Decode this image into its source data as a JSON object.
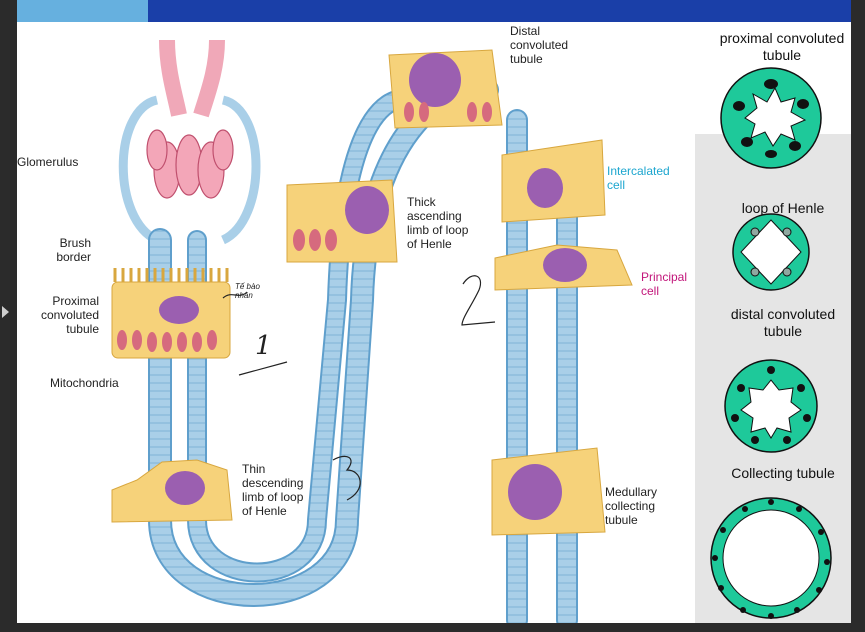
{
  "labels": {
    "glomerulus": "Glomerulus",
    "brush_border": "Brush\nborder",
    "proximal": "Proximal\nconvoluted\ntubule",
    "mitochondria": "Mitochondria",
    "thin_limb": "Thin\ndescending\nlimb of loop\nof Henle",
    "thick_limb": "Thick\nascending\nlimb of loop\nof Henle",
    "distal": "Distal\nconvoluted\ntubule",
    "intercalated": "Intercalated\ncell",
    "principal": "Principal\ncell",
    "medullary": "Medullary\ncollecting\ntubule"
  },
  "handwritten": {
    "note": "Tế bào nhân",
    "num1": "1",
    "num2": "2",
    "num3": "3"
  },
  "panel": {
    "pct": "proximal convoluted\ntubule",
    "loop": "loop of Henle",
    "dct": "distal convoluted\ntubule",
    "collecting": "Collecting tubule"
  },
  "colors": {
    "topbar": "#1a3fa8",
    "accent": "#66b0df",
    "tubule": "#a9cfe8",
    "cell": "#f6d27a",
    "nucleus": "#9b5fb0",
    "glomerulus": "#e88aa0",
    "teal": "#1ec99a"
  }
}
